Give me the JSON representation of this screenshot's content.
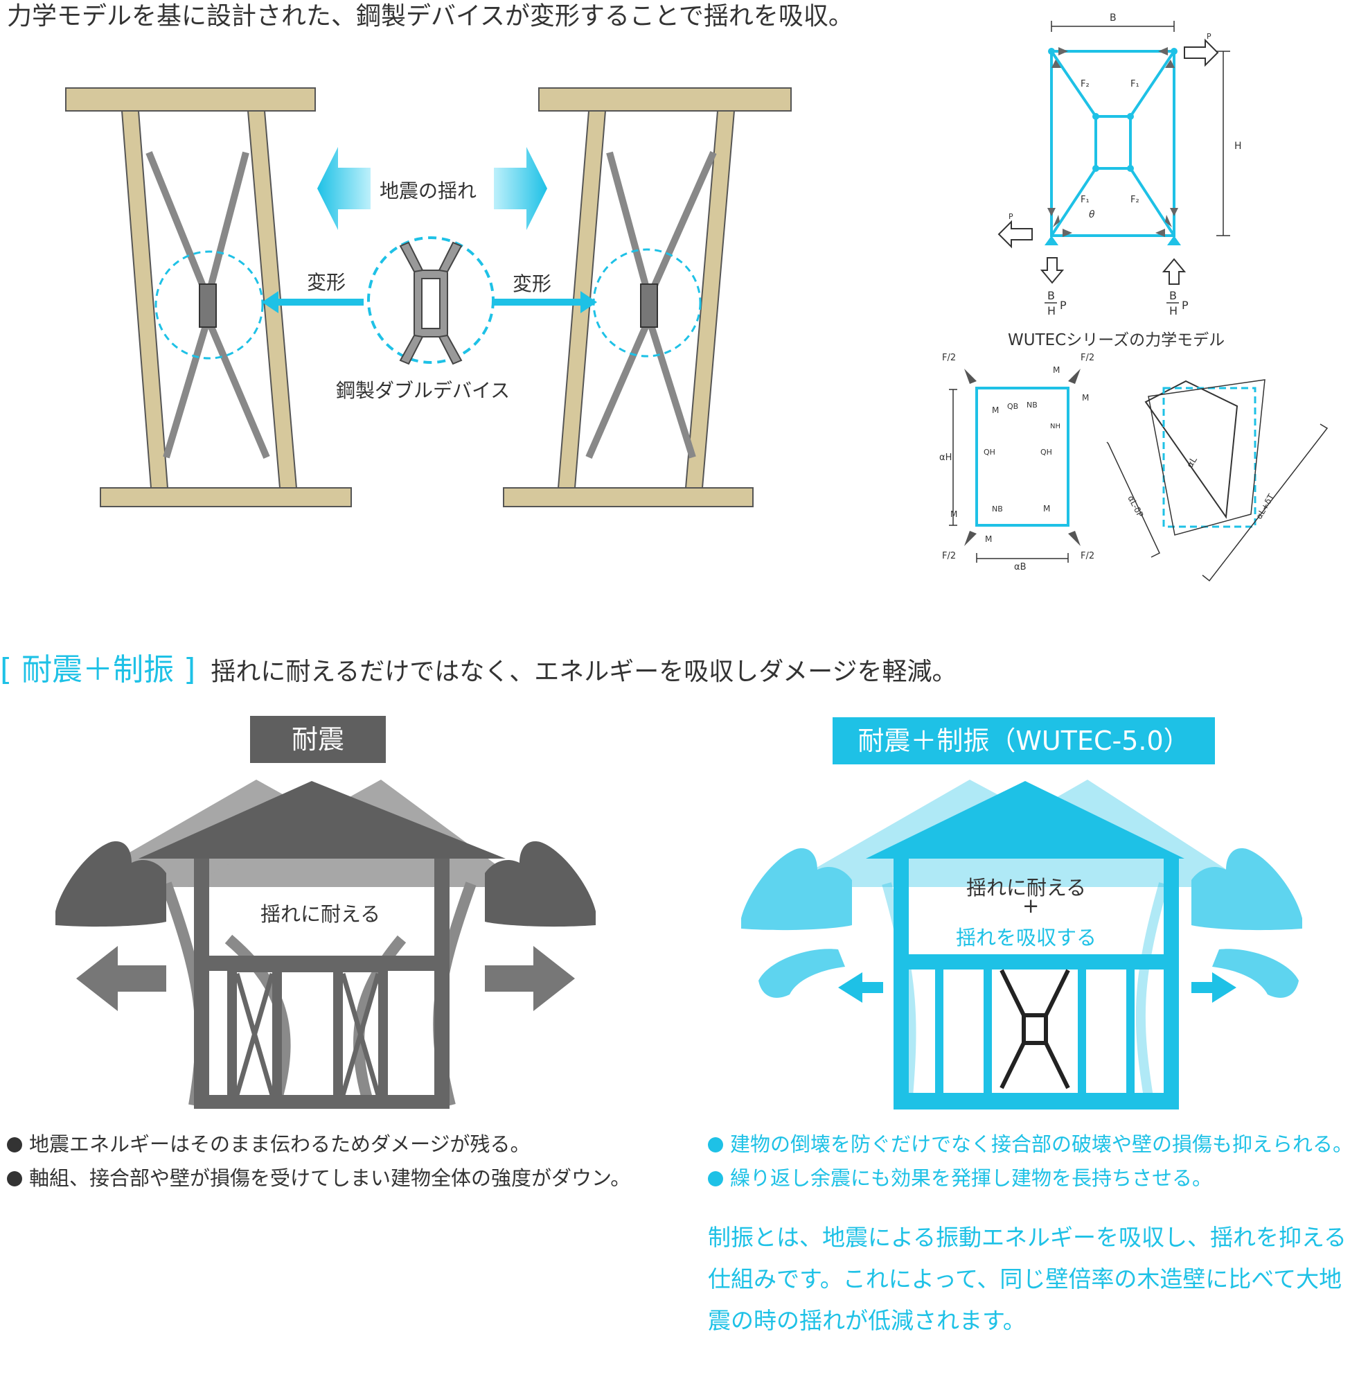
{
  "header": {
    "text": "力学モデルを基に設計された、鋼製デバイスが変形することで揺れを吸収。"
  },
  "top_labels": {
    "quake": "地震の揺れ",
    "deform_left": "変形",
    "deform_right": "変形",
    "device": "鋼製ダブルデバイス"
  },
  "model": {
    "caption": "WUTECシリーズの力学モデル",
    "B": "B",
    "H": "H",
    "P": "P",
    "F1": "F₁",
    "F2": "F₂",
    "theta": "θ",
    "frac_num": "B",
    "frac_den": "H",
    "frac_p": "P"
  },
  "sub_left": {
    "F2": "F/2",
    "M": "M",
    "aH": "αH",
    "aB": "αB",
    "QH": "QH",
    "QB": "QB",
    "NB": "NB",
    "NH": "NH"
  },
  "sub_right": {
    "aL": "αL",
    "aLdP": "αL-δP",
    "aLdT": "αL+δT"
  },
  "section2": {
    "bracket_open": "[",
    "title": "耐震＋制振",
    "bracket_close": "]",
    "desc": "揺れに耐えるだけではなく、エネルギーを吸収しダメージを軽減。"
  },
  "left_panel": {
    "tag": "耐震",
    "inner": "揺れに耐える",
    "bullets": [
      "地震エネルギーはそのまま伝わるためダメージが残る。",
      "軸組、接合部や壁が損傷を受けてしまい建物全体の強度がダウン。"
    ]
  },
  "right_panel": {
    "tag": "耐震＋制振（WUTEC-5.0）",
    "inner1": "揺れに耐える",
    "plus": "+",
    "inner2": "揺れを吸収する",
    "bullets": [
      "建物の倒壊を防ぐだけでなく接合部の破壊や壁の損傷も抑えられる。",
      "繰り返し余震にも効果を発揮し建物を長持ちさせる。"
    ],
    "paragraph": "制振とは、地震による振動エネルギーを吸収し、揺れを抑える仕組みです。これによって、同じ壁倍率の木造壁に比べて大地震の時の揺れが低減されます。"
  },
  "colors": {
    "accent": "#1ec1e6",
    "gray": "#666666",
    "wood": "#d6c89c"
  }
}
